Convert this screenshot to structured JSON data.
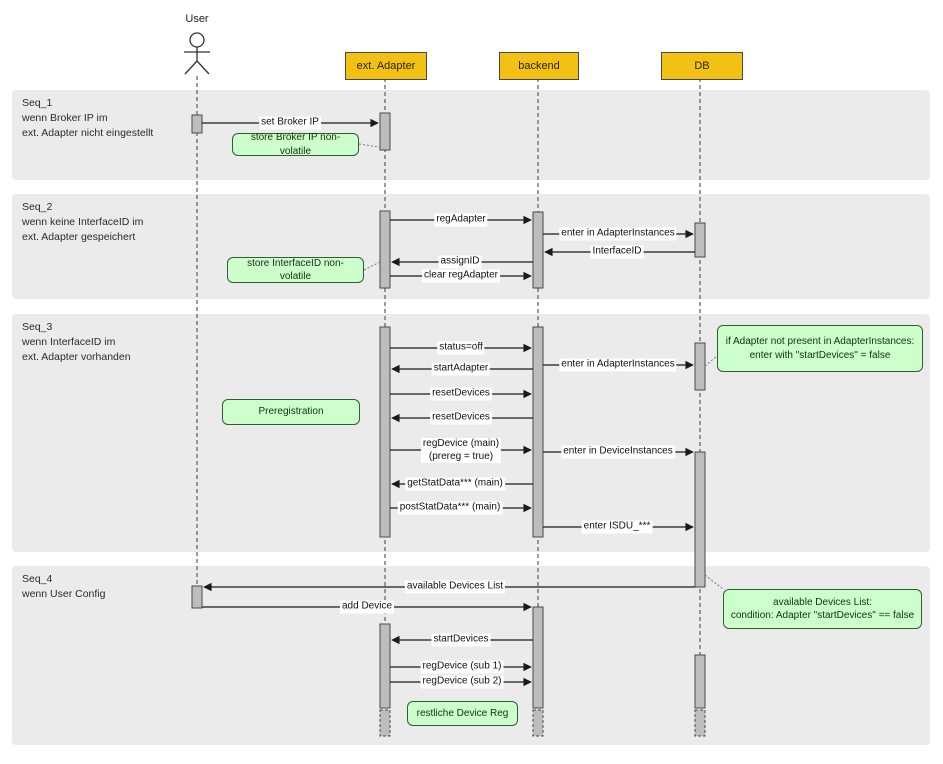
{
  "diagram": {
    "type": "uml-sequence",
    "actors": [
      {
        "name": "User",
        "kind": "person"
      },
      {
        "name": "ext. Adapter",
        "kind": "participant"
      },
      {
        "name": "backend",
        "kind": "participant"
      },
      {
        "name": "DB",
        "kind": "participant"
      }
    ],
    "sections": [
      {
        "id": "Seq_1",
        "text": "Seq_1\nwenn Broker IP im\next. Adapter nicht eingestellt"
      },
      {
        "id": "Seq_2",
        "text": "Seq_2\nwenn keine InterfaceID im\next. Adapter gespeichert"
      },
      {
        "id": "Seq_3",
        "text": "Seq_3\nwenn InterfaceID im\next. Adapter vorhanden"
      },
      {
        "id": "Seq_4",
        "text": "Seq_4\nwenn User Config"
      }
    ],
    "messages": [
      {
        "label": "set Broker IP",
        "from": "User",
        "to": "ext. Adapter"
      },
      {
        "label": "regAdapter",
        "from": "ext. Adapter",
        "to": "backend"
      },
      {
        "label": "enter in AdapterInstances",
        "from": "backend",
        "to": "DB"
      },
      {
        "label": "InterfaceID",
        "from": "DB",
        "to": "backend"
      },
      {
        "label": "assignID",
        "from": "backend",
        "to": "ext. Adapter"
      },
      {
        "label": "clear regAdapter",
        "from": "ext. Adapter",
        "to": "backend"
      },
      {
        "label": "status=off",
        "from": "ext. Adapter",
        "to": "backend"
      },
      {
        "label": "enter in AdapterInstances",
        "from": "backend",
        "to": "DB"
      },
      {
        "label": "startAdapter",
        "from": "backend",
        "to": "ext. Adapter"
      },
      {
        "label": "resetDevices",
        "from": "ext. Adapter",
        "to": "backend"
      },
      {
        "label": "resetDevices",
        "from": "backend",
        "to": "ext. Adapter"
      },
      {
        "label": "regDevice (main)\n(prereg = true)",
        "from": "ext. Adapter",
        "to": "backend"
      },
      {
        "label": "enter in DeviceInstances",
        "from": "backend",
        "to": "DB"
      },
      {
        "label": "getStatData*** (main)",
        "from": "backend",
        "to": "ext. Adapter"
      },
      {
        "label": "postStatData*** (main)",
        "from": "ext. Adapter",
        "to": "backend"
      },
      {
        "label": "enter ISDU_***",
        "from": "backend",
        "to": "DB"
      },
      {
        "label": "available Devices List",
        "from": "DB",
        "to": "User"
      },
      {
        "label": "add Device",
        "from": "User",
        "to": "backend"
      },
      {
        "label": "startDevices",
        "from": "backend",
        "to": "ext. Adapter"
      },
      {
        "label": "regDevice (sub 1)",
        "from": "ext. Adapter",
        "to": "backend"
      },
      {
        "label": "regDevice (sub 2)",
        "from": "ext. Adapter",
        "to": "backend"
      }
    ],
    "notes": [
      {
        "text": "store Broker IP non-volatile"
      },
      {
        "text": "store InterfaceID non-volatile"
      },
      {
        "text": "Preregistration"
      },
      {
        "text": "if Adapter not present in AdapterInstances:\nenter with \"startDevices\" = false"
      },
      {
        "text": "available Devices List:\ncondition: Adapter \"startDevices\" == false"
      },
      {
        "text": "restliche Device Reg"
      }
    ],
    "colors": {
      "participant_fill": "#f2c113",
      "note_fill": "#ccffcc",
      "section_fill": "#ebebeb",
      "activation_fill": "#bdbdbd",
      "line": "#1a1a1a"
    }
  }
}
